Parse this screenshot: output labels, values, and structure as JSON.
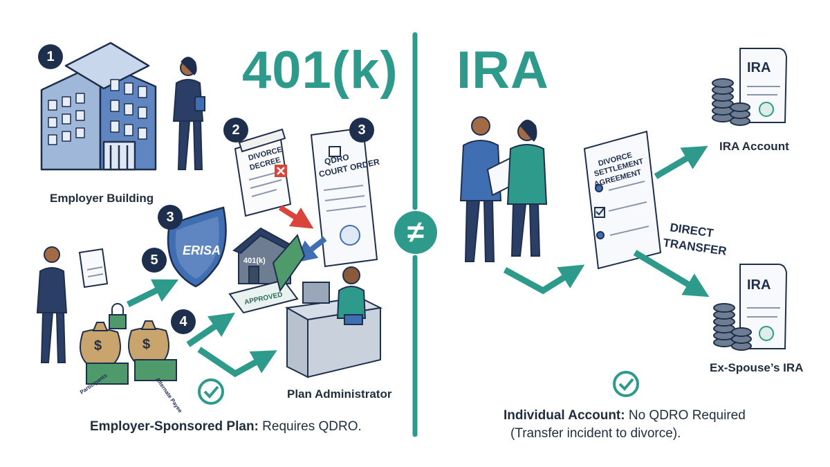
{
  "left_title": "401(k)",
  "right_title": "IRA",
  "divider_symbol": "≠",
  "badges": [
    "1",
    "2",
    "3",
    "3",
    "4",
    "5"
  ],
  "labels": {
    "employer_building": "Employer Building",
    "plan_administrator": "Plan Administrator",
    "ira_account": "IRA Account",
    "ex_spouse_ira": "Ex-Spouse’s IRA",
    "direct_transfer_line1": "DIRECT",
    "direct_transfer_line2": "TRANSFER"
  },
  "documents": {
    "divorce_decree_line1": "DIVORCE",
    "divorce_decree_line2": "DECREE",
    "qdro_line1": "QDRO",
    "qdro_line2": "COURT ORDER",
    "settlement_line1": "DIVORCE",
    "settlement_line2": "SETTLEMENT",
    "settlement_line3": "AGREEMENT",
    "ira_doc_top": "IRA",
    "ira_doc_bottom": "IRA",
    "erisa": "ERISA",
    "plan_house": "401(k)",
    "approved_stamp": "APPROVED",
    "tag_participants": "Participants",
    "tag_alternate": "Alternate Payee"
  },
  "captions": {
    "left_bold": "Employer-Sponsored Plan:",
    "left_rest": " Requires QDRO.",
    "right_bold": "Individual Account:",
    "right_rest": " No QDRO Required",
    "right_line2": "(Transfer incident to divorce)."
  },
  "colors": {
    "teal": "#2d9a8c",
    "navy": "#1e2f4d",
    "blue": "#3f6fb2",
    "money_green": "#4e9a6a",
    "red": "#d9453b"
  }
}
